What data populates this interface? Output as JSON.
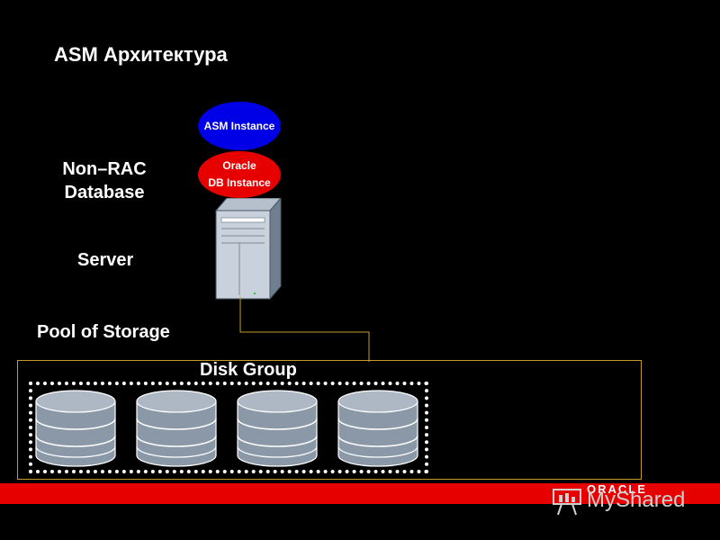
{
  "title": "ASM Архитектура",
  "labels": {
    "non_rac_line1": "Non–RAC",
    "non_rac_line2": "Database",
    "server": "Server",
    "pool": "Pool of Storage",
    "disk_group": "Disk Group"
  },
  "asm_instance": {
    "label": "ASM Instance",
    "color": "#0000e6"
  },
  "db_instance": {
    "line1": "Oracle",
    "line2": "DB Instance",
    "color": "#e60000"
  },
  "disks": {
    "count": 4,
    "colors": {
      "body": "#8a98a8",
      "band": "#6b7786",
      "top": "#aeb8c4"
    }
  },
  "footer": {
    "color": "#e60000",
    "brand": "ORACLE"
  },
  "watermark": {
    "text": "MyShared",
    "icon": "projector-icon"
  },
  "colors": {
    "background": "#000000",
    "pool_border": "#c69b2b",
    "connector": "#c69b2b"
  }
}
